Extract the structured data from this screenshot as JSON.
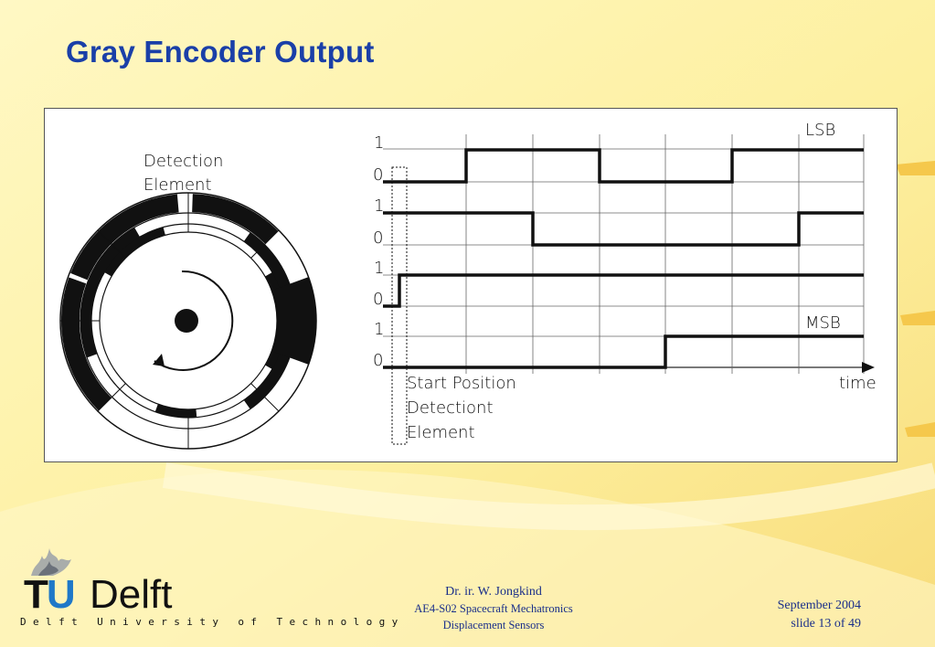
{
  "slide": {
    "title": "Gray Encoder Output"
  },
  "diagram": {
    "disk_label_line1": "Detection",
    "disk_label_line2": "Element",
    "lsb_label": "LSB",
    "msb_label": "MSB",
    "time_label": "time",
    "level_high": "1",
    "level_low": "0",
    "start_label_line1": "Start Position",
    "start_label_line2": "Detectiont",
    "start_label_line3": "Element",
    "signals": [
      {
        "name": "LSB",
        "levels": [
          0,
          1,
          1,
          0,
          0,
          1,
          1
        ]
      },
      {
        "name": "",
        "levels": [
          1,
          1,
          0,
          0,
          0,
          0,
          1
        ]
      },
      {
        "name": "",
        "levels": [
          1,
          1,
          1,
          1,
          1,
          1,
          1
        ]
      },
      {
        "name": "MSB",
        "levels": [
          0,
          0,
          0,
          0,
          1,
          1,
          1
        ]
      }
    ]
  },
  "logo": {
    "brand_tu": "TU",
    "brand_delft": "Delft",
    "tagline": "Delft University of Technology"
  },
  "footer": {
    "author": "Dr. ir. W. Jongkind",
    "course": "AE4-S02 Spacecraft Mechatronics",
    "topic": "Displacement Sensors",
    "date": "September 2004",
    "slide_number": "slide 13 of 49"
  },
  "colors": {
    "title": "#1a3fa8",
    "footer_text": "#1a2f8a",
    "background": "#fdf3a6",
    "logo_accent": "#1f78c8"
  }
}
